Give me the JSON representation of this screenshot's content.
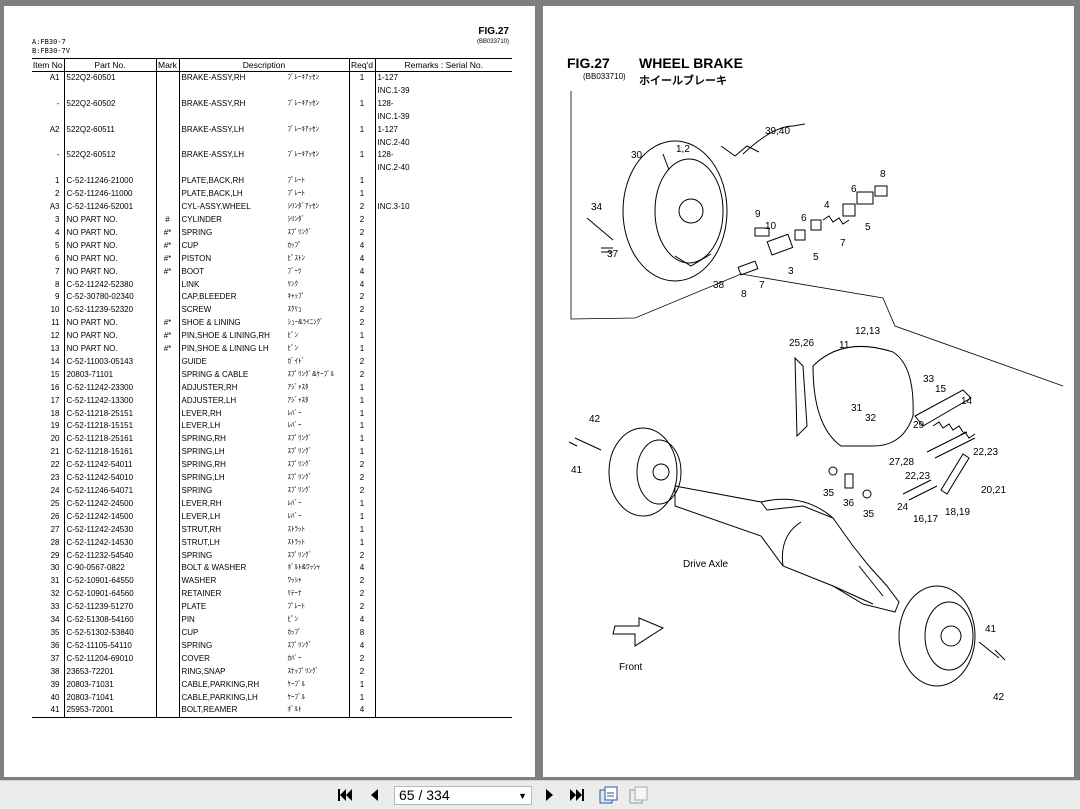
{
  "left_page": {
    "fig": "FIG.27",
    "code": "(BB033710)",
    "models": [
      "A:FB30-7",
      "B:FB30-7V"
    ],
    "headers": [
      "Item No",
      "Part No.",
      "Mark",
      "Description",
      "Req'd",
      "Remarks : Serial No."
    ],
    "rows": [
      [
        "A1",
        "522Q2-60501",
        "",
        "BRAKE-ASSY,RH",
        "ﾌﾞﾚｰｷｱｯｾﾝ",
        "1",
        "1-127"
      ],
      [
        "",
        "",
        "",
        "",
        "",
        "",
        "INC.1-39"
      ],
      [
        "-",
        "522Q2-60502",
        "",
        "BRAKE-ASSY,RH",
        "ﾌﾞﾚｰｷｱｯｾﾝ",
        "1",
        "128-"
      ],
      [
        "",
        "",
        "",
        "",
        "",
        "",
        "INC.1-39"
      ],
      [
        "A2",
        "522Q2-60511",
        "",
        "BRAKE-ASSY,LH",
        "ﾌﾞﾚｰｷｱｯｾﾝ",
        "1",
        "1-127"
      ],
      [
        "",
        "",
        "",
        "",
        "",
        "",
        "INC.2-40"
      ],
      [
        "-",
        "522Q2-60512",
        "",
        "BRAKE-ASSY,LH",
        "ﾌﾞﾚｰｷｱｯｾﾝ",
        "1",
        "128-"
      ],
      [
        "",
        "",
        "",
        "",
        "",
        "",
        "INC.2-40"
      ],
      [
        "1",
        "C-52-11246-21000",
        "",
        "PLATE,BACK,RH",
        "ﾌﾟﾚｰﾄ",
        "1",
        ""
      ],
      [
        "2",
        "C-52-11246-11000",
        "",
        "PLATE,BACK,LH",
        "ﾌﾟﾚｰﾄ",
        "1",
        ""
      ],
      [
        "A3",
        "C-52-11246-52001",
        "",
        "CYL-ASSY,WHEEL",
        "ｼﾘﾝﾀﾞｱｯｾﾝ",
        "2",
        "INC.3-10"
      ],
      [
        "3",
        "NO PART NO.",
        "#",
        "CYLINDER",
        "ｼﾘﾝﾀﾞ",
        "2",
        ""
      ],
      [
        "4",
        "NO PART NO.",
        "#*",
        "SPRING",
        "ｽﾌﾟﾘﾝｸﾞ",
        "2",
        ""
      ],
      [
        "5",
        "NO PART NO.",
        "#*",
        "CUP",
        "ｶｯﾌﾟ",
        "4",
        ""
      ],
      [
        "6",
        "NO PART NO.",
        "#*",
        "PISTON",
        "ﾋﾟｽﾄﾝ",
        "4",
        ""
      ],
      [
        "7",
        "NO PART NO.",
        "#*",
        "BOOT",
        "ﾌﾞｰﾂ",
        "4",
        ""
      ],
      [
        "8",
        "C-52-11242-52380",
        "",
        "LINK",
        "ﾘﾝｸ",
        "4",
        ""
      ],
      [
        "9",
        "C-52-30780-02340",
        "",
        "CAP,BLEEDER",
        "ｷｬｯﾌﾟ",
        "2",
        ""
      ],
      [
        "10",
        "C-52-11239-52320",
        "",
        "SCREW",
        "ｽｸﾘｭ",
        "2",
        ""
      ],
      [
        "11",
        "NO PART NO.",
        "#*",
        "SHOE & LINING",
        "ｼｭｰ&ﾗｲﾆﾝｸﾞ",
        "2",
        ""
      ],
      [
        "12",
        "NO PART NO.",
        "#*",
        "PIN,SHOE & LINING,RH",
        "ﾋﾟﾝ",
        "1",
        ""
      ],
      [
        "13",
        "NO PART NO.",
        "#*",
        "PIN,SHOE & LINING LH",
        "ﾋﾟﾝ",
        "1",
        ""
      ],
      [
        "14",
        "C-52-11003-05143",
        "",
        "GUIDE",
        "ｶﾞｲﾄﾞ",
        "2",
        ""
      ],
      [
        "15",
        "20803-71101",
        "",
        "SPRING & CABLE",
        "ｽﾌﾟﾘﾝｸﾞ&ｹｰﾌﾞﾙ",
        "2",
        ""
      ],
      [
        "16",
        "C-52-11242-23300",
        "",
        "ADJUSTER,RH",
        "ｱｼﾞｬｽﾀ",
        "1",
        ""
      ],
      [
        "17",
        "C-52-11242-13300",
        "",
        "ADJUSTER,LH",
        "ｱｼﾞｬｽﾀ",
        "1",
        ""
      ],
      [
        "18",
        "C-52-11218-25151",
        "",
        "LEVER,RH",
        "ﾚﾊﾞｰ",
        "1",
        ""
      ],
      [
        "19",
        "C-52-11218-15151",
        "",
        "LEVER,LH",
        "ﾚﾊﾞｰ",
        "1",
        ""
      ],
      [
        "20",
        "C-52-11218-25161",
        "",
        "SPRING,RH",
        "ｽﾌﾟﾘﾝｸﾞ",
        "1",
        ""
      ],
      [
        "21",
        "C-52-11218-15161",
        "",
        "SPRING,LH",
        "ｽﾌﾟﾘﾝｸﾞ",
        "1",
        ""
      ],
      [
        "22",
        "C-52-11242-54011",
        "",
        "SPRING,RH",
        "ｽﾌﾟﾘﾝｸﾞ",
        "2",
        ""
      ],
      [
        "23",
        "C-52-11242-54010",
        "",
        "SPRING,LH",
        "ｽﾌﾟﾘﾝｸﾞ",
        "2",
        ""
      ],
      [
        "24",
        "C-52-11246-54071",
        "",
        "SPRING",
        "ｽﾌﾟﾘﾝｸﾞ",
        "2",
        ""
      ],
      [
        "25",
        "C-52-11242-24500",
        "",
        "LEVER,RH",
        "ﾚﾊﾞｰ",
        "1",
        ""
      ],
      [
        "26",
        "C-52-11242-14500",
        "",
        "LEVER,LH",
        "ﾚﾊﾞｰ",
        "1",
        ""
      ],
      [
        "27",
        "C-52-11242-24530",
        "",
        "STRUT,RH",
        "ｽﾄﾗｯﾄ",
        "1",
        ""
      ],
      [
        "28",
        "C-52-11242-14530",
        "",
        "STRUT,LH",
        "ｽﾄﾗｯﾄ",
        "1",
        ""
      ],
      [
        "29",
        "C-52-11232-54540",
        "",
        "SPRING",
        "ｽﾌﾟﾘﾝｸﾞ",
        "2",
        ""
      ],
      [
        "30",
        "C-90-0567-0822",
        "",
        "BOLT & WASHER",
        "ﾎﾞﾙﾄ&ﾜｯｼｬ",
        "4",
        ""
      ],
      [
        "31",
        "C-52-10901-64550",
        "",
        "WASHER",
        "ﾜｯｼｬ",
        "2",
        ""
      ],
      [
        "32",
        "C-52-10901-64560",
        "",
        "RETAINER",
        "ﾘﾃｰﾅ",
        "2",
        ""
      ],
      [
        "33",
        "C-52-11239-51270",
        "",
        "PLATE",
        "ﾌﾟﾚｰﾄ",
        "2",
        ""
      ],
      [
        "34",
        "C-52-51308-54160",
        "",
        "PIN",
        "ﾋﾟﾝ",
        "4",
        ""
      ],
      [
        "35",
        "C-52-51302-53840",
        "",
        "CUP",
        "ｶｯﾌﾟ",
        "8",
        ""
      ],
      [
        "36",
        "C-52-11105-54110",
        "",
        "SPRING",
        "ｽﾌﾟﾘﾝｸﾞ",
        "4",
        ""
      ],
      [
        "37",
        "C-52-11204-69010",
        "",
        "COVER",
        "ｶﾊﾞｰ",
        "2",
        ""
      ],
      [
        "38",
        "23653-72201",
        "",
        "RING,SNAP",
        "ｽﾅｯﾌﾟﾘﾝｸﾞ",
        "2",
        ""
      ],
      [
        "39",
        "20803-71031",
        "",
        "CABLE,PARKING,RH",
        "ｹｰﾌﾞﾙ",
        "1",
        ""
      ],
      [
        "40",
        "20803-71041",
        "",
        "CABLE,PARKING,LH",
        "ｹｰﾌﾞﾙ",
        "1",
        ""
      ],
      [
        "41",
        "25953-72001",
        "",
        "BOLT,REAMER",
        "ﾎﾞﾙﾄ",
        "4",
        ""
      ]
    ]
  },
  "right_page": {
    "fig": "FIG.27",
    "code": "(BB033710)",
    "title": "WHEEL BRAKE",
    "subtitle": "ホイールブレーキ",
    "labels": {
      "drive_axle": "Drive Axle",
      "front": "Front",
      "callouts": [
        "1,2",
        "30",
        "39,40",
        "8",
        "34",
        "9",
        "10",
        "6",
        "4",
        "6",
        "5",
        "7",
        "5",
        "37",
        "3",
        "7",
        "8",
        "38",
        "25,26",
        "12,13",
        "11",
        "33",
        "15",
        "14",
        "31",
        "32",
        "29",
        "22,23",
        "27,28",
        "22,23",
        "20,21",
        "24",
        "16,17",
        "18,19",
        "35",
        "36",
        "35",
        "42",
        "41",
        "41",
        "42"
      ]
    }
  },
  "toolbar": {
    "current_page": "65",
    "total_pages": "334",
    "separator": " / "
  }
}
